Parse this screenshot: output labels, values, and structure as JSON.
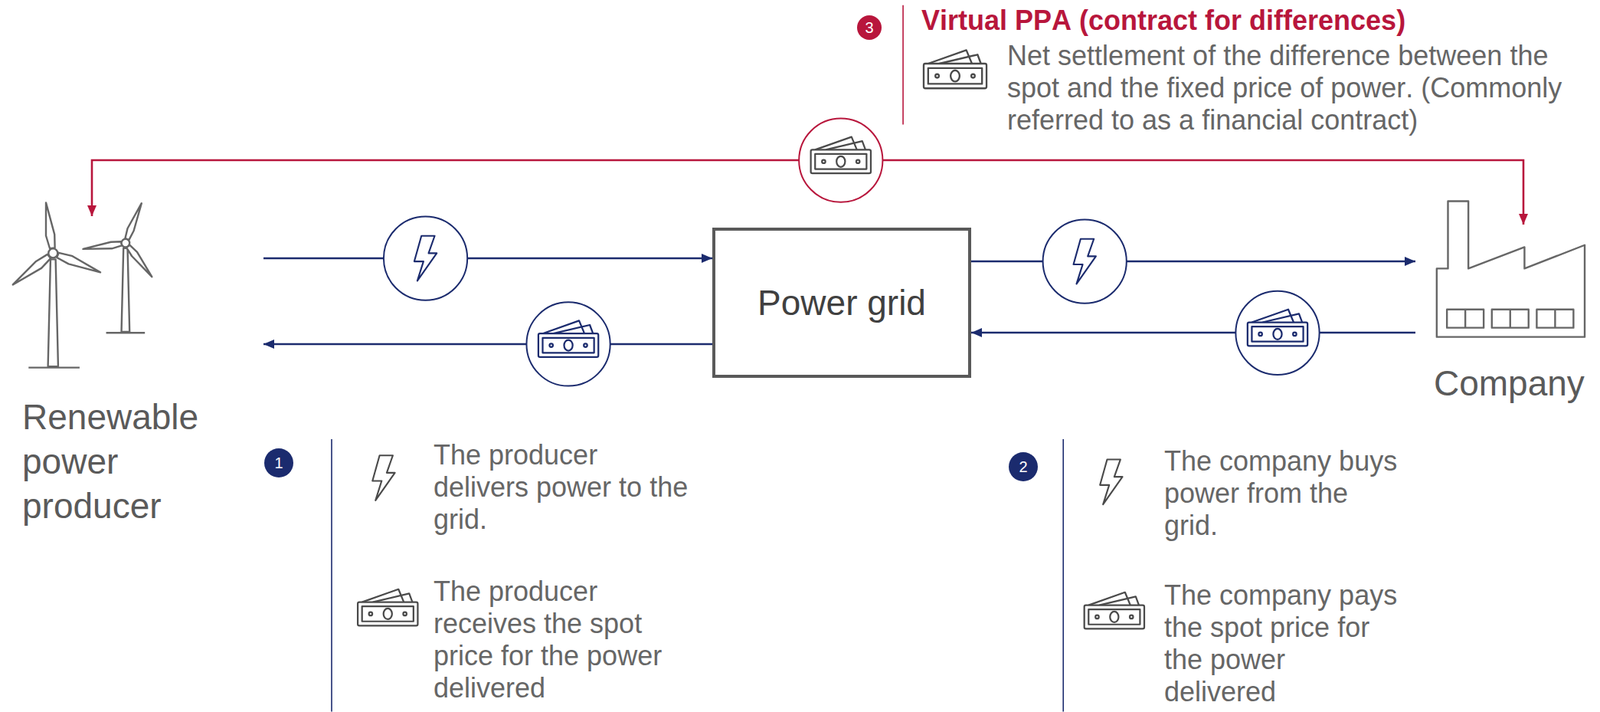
{
  "diagram": {
    "nodes": [
      {
        "text": [
          "Renewable power producer"
        ]
      },
      {
        "text": [
          "Power grid"
        ]
      },
      {
        "text": [
          "Company"
        ]
      }
    ],
    "edges": [
      {
        "from": 0,
        "to": 1,
        "arrow": "to"
      },
      {
        "from": 1,
        "to": 0,
        "arrow": "to"
      },
      {
        "from": 1,
        "to": 2,
        "arrow": "to"
      },
      {
        "from": 2,
        "to": 1,
        "arrow": "to"
      },
      {
        "from": 0,
        "to": 2,
        "arrow": "both"
      }
    ],
    "labels": [
      "3",
      "Virtual PPA (contract for differences)",
      "Net settlement of the difference between the spot and the fixed price of power. (Commonly referred to as a financial contract)",
      "1",
      "The producer delivers power to the grid.",
      "The producer receives the spot price for the power delivered",
      "2",
      "The company buys power from the grid.",
      "The company pays the spot price for the power delivered"
    ]
  }
}
